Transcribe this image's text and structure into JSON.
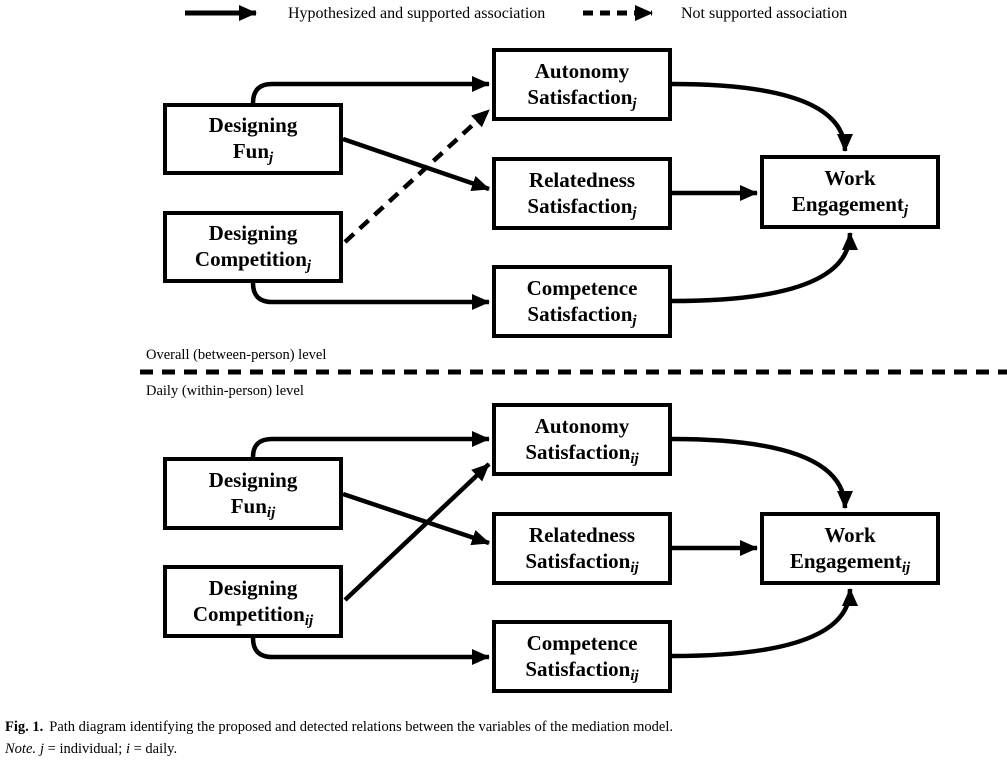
{
  "legend": {
    "supported_label": "Hypothesized and supported association",
    "not_supported_label": "Not supported association"
  },
  "levels": {
    "between_label": "Overall (between-person) level",
    "within_label": "Daily (within-person) level"
  },
  "nodes": {
    "fun_j": {
      "line1": "Designing",
      "line2": "Fun",
      "sub": "j"
    },
    "competition_j": {
      "line1": "Designing",
      "line2": "Competition",
      "sub": "j"
    },
    "autonomy_j": {
      "line1": "Autonomy",
      "line2": "Satisfaction",
      "sub": "j"
    },
    "relatedness_j": {
      "line1": "Relatedness",
      "line2": "Satisfaction",
      "sub": "j"
    },
    "competence_j": {
      "line1": "Competence",
      "line2": "Satisfaction",
      "sub": "j"
    },
    "work_j": {
      "line1": "Work",
      "line2": "Engagement",
      "sub": "j"
    },
    "fun_ij": {
      "line1": "Designing",
      "line2": "Fun",
      "sub": "ij"
    },
    "competition_ij": {
      "line1": "Designing",
      "line2": "Competition",
      "sub": "ij"
    },
    "autonomy_ij": {
      "line1": "Autonomy",
      "line2": "Satisfaction",
      "sub": "ij"
    },
    "relatedness_ij": {
      "line1": "Relatedness",
      "line2": "Satisfaction",
      "sub": "ij"
    },
    "competence_ij": {
      "line1": "Competence",
      "line2": "Satisfaction",
      "sub": "ij"
    },
    "work_ij": {
      "line1": "Work",
      "line2": "Engagement",
      "sub": "ij"
    }
  },
  "edges": [
    {
      "from": "fun_j",
      "to": "autonomy_j",
      "type": "supported"
    },
    {
      "from": "fun_j",
      "to": "relatedness_j",
      "type": "supported"
    },
    {
      "from": "competition_j",
      "to": "autonomy_j",
      "type": "not_supported"
    },
    {
      "from": "competition_j",
      "to": "competence_j",
      "type": "supported"
    },
    {
      "from": "autonomy_j",
      "to": "work_j",
      "type": "supported"
    },
    {
      "from": "relatedness_j",
      "to": "work_j",
      "type": "supported"
    },
    {
      "from": "competence_j",
      "to": "work_j",
      "type": "supported"
    },
    {
      "from": "fun_ij",
      "to": "autonomy_ij",
      "type": "supported"
    },
    {
      "from": "fun_ij",
      "to": "relatedness_ij",
      "type": "supported"
    },
    {
      "from": "competition_ij",
      "to": "autonomy_ij",
      "type": "supported"
    },
    {
      "from": "competition_ij",
      "to": "competence_ij",
      "type": "supported"
    },
    {
      "from": "autonomy_ij",
      "to": "work_ij",
      "type": "supported"
    },
    {
      "from": "relatedness_ij",
      "to": "work_ij",
      "type": "supported"
    },
    {
      "from": "competence_ij",
      "to": "work_ij",
      "type": "supported"
    }
  ],
  "caption": {
    "fig_label": "Fig. 1.",
    "text": "Path diagram identifying the proposed and detected relations between the variables of the mediation model.",
    "note_label": "Note.",
    "note_var1": "j",
    "note_text1": " = individual; ",
    "note_var2": "i",
    "note_text2": " = daily."
  },
  "colors": {
    "ink": "#000000",
    "background": "#ffffff"
  }
}
